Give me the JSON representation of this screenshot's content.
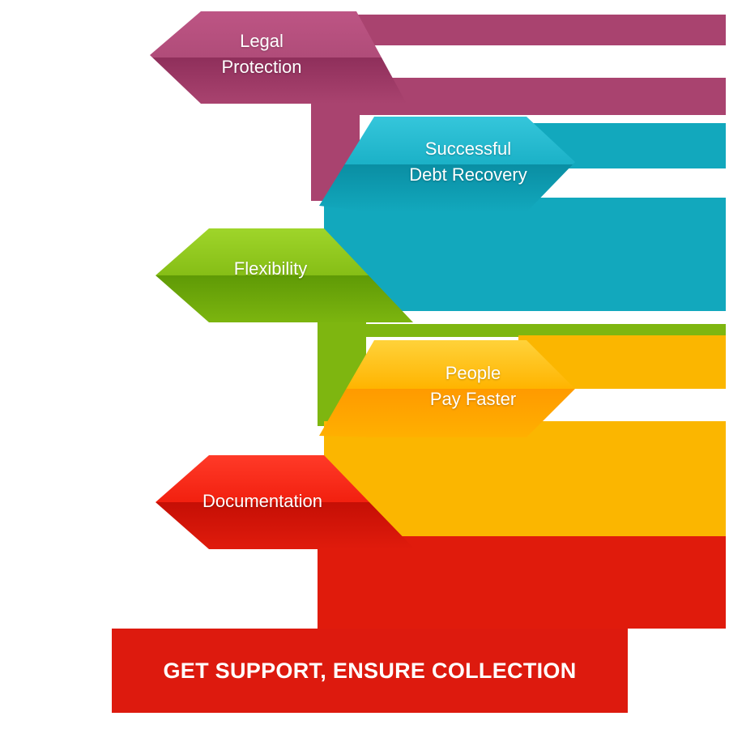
{
  "colors": {
    "legal": "#a9436f",
    "debt": "#12a8bd",
    "flex": "#7eb610",
    "people": "#fbb600",
    "doc": "#e01b0c",
    "cta": "#dd1a0e"
  },
  "steps": [
    {
      "lines": [
        "Legal",
        "Protection"
      ]
    },
    {
      "lines": [
        "Successful",
        "Debt Recovery"
      ]
    },
    {
      "lines": [
        "Flexibility"
      ]
    },
    {
      "lines": [
        "People",
        "Pay Faster"
      ]
    },
    {
      "lines": [
        "Documentation"
      ]
    }
  ],
  "cta": {
    "label": "GET SUPPORT, ENSURE COLLECTION"
  }
}
